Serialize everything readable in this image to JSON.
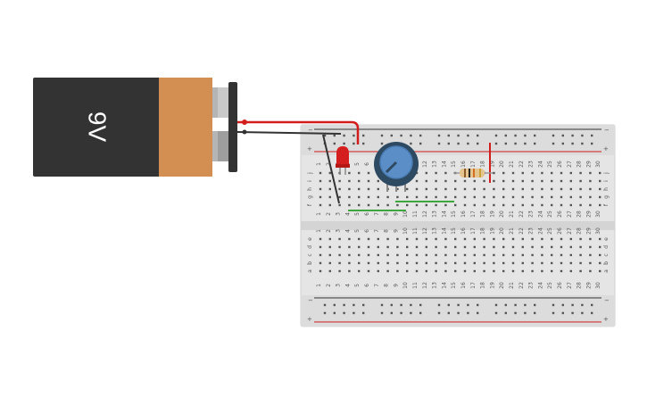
{
  "battery": {
    "label": "9V",
    "body_color": "#333333",
    "band_color": "#d38f51"
  },
  "breadboard": {
    "columns": 30,
    "rows_top": [
      "j",
      "i",
      "h",
      "g",
      "f"
    ],
    "rows_bottom": [
      "e",
      "d",
      "c",
      "b",
      "a"
    ],
    "rail_plus": "+",
    "rail_minus": "−",
    "rail_plus_color": "#d21d1d",
    "rail_minus_color": "#333333"
  },
  "components": {
    "led": {
      "color": "#d51f1f",
      "name": "led"
    },
    "potentiometer": {
      "knob_color": "#5b8ec6",
      "ring_color": "#2e4a63"
    },
    "resistor": {
      "body_color": "#e6c48d"
    }
  },
  "wires": {
    "positive": "#d21d1d",
    "negative": "#333333",
    "jumper": "#3da73d"
  }
}
